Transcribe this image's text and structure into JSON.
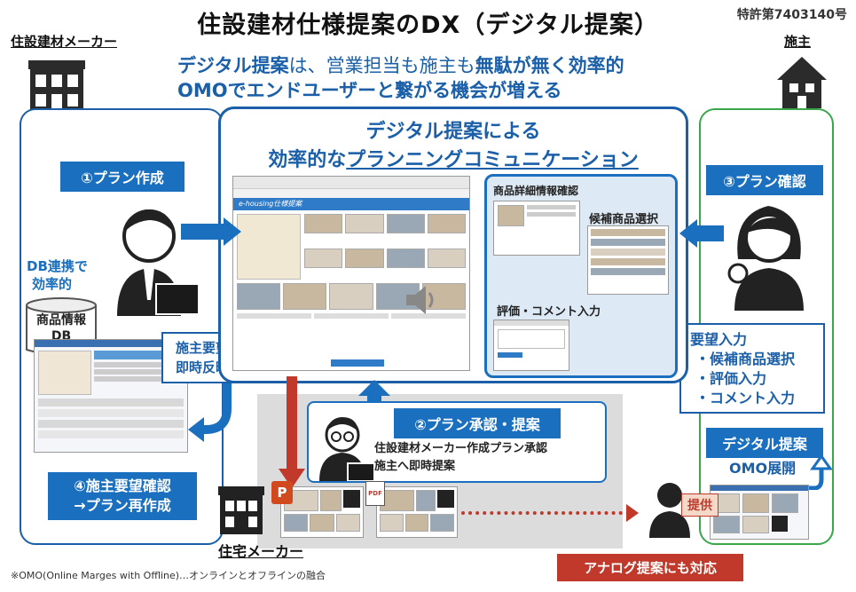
{
  "header": {
    "title": "住設建材仕様提案のDX（デジタル提案）",
    "patent": "特許第7403140号",
    "line1_a": "デジタル提案",
    "line1_b": "は、営業担当も施主も",
    "line1_c": "無駄が無く",
    "line1_d": "効率的",
    "line2": "OMOでエンドユーザーと繋がる機会が増える"
  },
  "left": {
    "maker_label": "住設建材メーカー",
    "step1": "①プラン作成",
    "db_note_1": "DB連携で",
    "db_note_2": "効率的",
    "db_label_1": "商品情報",
    "db_label_2": "DB",
    "reflect_1": "施主要望",
    "reflect_2": "即時反映",
    "step4_1": "④施主要望確認",
    "step4_2": "→プラン再作成"
  },
  "center": {
    "heading_1": "デジタル提案による",
    "heading_2a": "効率的な",
    "heading_2b": "プランニングコミュニケーション",
    "detail_label": "商品詳細情報確認",
    "candidate_label": "候補商品選択",
    "comment_label": "評価・コメント入力",
    "brand": "e-housing仕様提案"
  },
  "bottom": {
    "step2": "②プラン承認・提案",
    "step2_desc_1": "住設建材メーカー作成プラン承認",
    "step2_desc_2": "施主へ即時提案",
    "house_maker": "住宅メーカー",
    "provide": "提供",
    "analog": "アナログ提案にも対応",
    "footnote": "※OMO(Online Marges with Offline)…オンラインとオフラインの融合"
  },
  "right": {
    "owner_label": "施主",
    "step3": "③プラン確認",
    "req_title": "要望入力",
    "req_items": [
      "・候補商品選択",
      "・評価入力",
      "・コメント入力"
    ],
    "digital": "デジタル提案",
    "omo": "OMO展開"
  },
  "colors": {
    "accent": "#1a6fbf",
    "green": "#3aa64a",
    "red": "#c0392b"
  }
}
